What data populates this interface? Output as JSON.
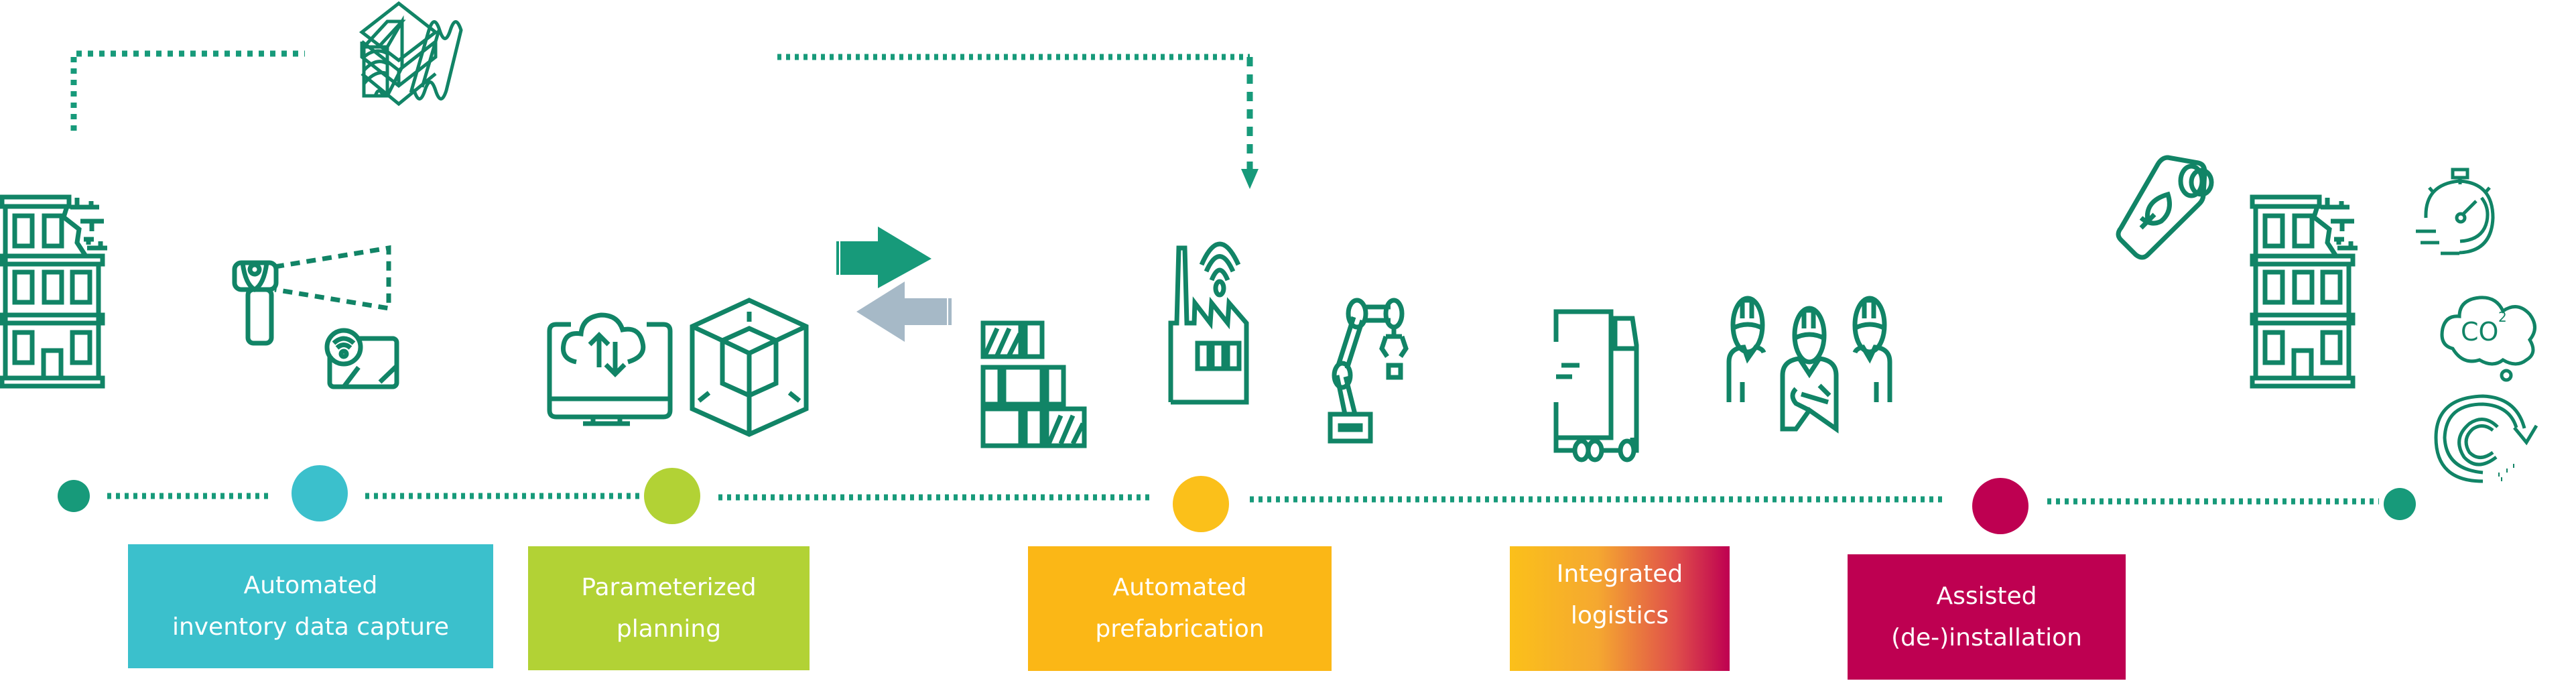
{
  "diagram": {
    "title": "Circular construction process",
    "colors": {
      "icon": "#118466",
      "dots": "#179a7a",
      "inventory": "#3bc0cc",
      "planning": "#b2d235",
      "prefabrication": "#fbb716",
      "logistics_start": "#fbc01a",
      "logistics_end": "#be0051",
      "installation": "#be0051",
      "return_arrow": "#a6b9c7"
    },
    "timeline": [
      {
        "id": "start",
        "color": "#179a7a"
      },
      {
        "id": "inventory",
        "color": "#3bc0cc"
      },
      {
        "id": "planning",
        "color": "#b2d235"
      },
      {
        "id": "prefabrication",
        "color": "#fbc01a"
      },
      {
        "id": "installation",
        "color": "#be0051"
      },
      {
        "id": "end",
        "color": "#179a7a"
      }
    ],
    "steps": [
      {
        "id": "inventory",
        "label": "Automated\ninventory data capture",
        "icons": [
          "scanner-icon",
          "tablet-wifi-icon"
        ]
      },
      {
        "id": "planning",
        "label": "Parameterized\nplanning",
        "icons": [
          "cloud-monitor-icon",
          "bim-cube-icon"
        ]
      },
      {
        "id": "prefabrication",
        "label": "Automated\nprefabrication",
        "icons": [
          "bricks-icon",
          "smart-factory-icon",
          "robot-arm-icon"
        ]
      },
      {
        "id": "logistics",
        "label": "Integrated\nlogistics",
        "icons": [
          "truck-icon"
        ]
      },
      {
        "id": "installation",
        "label": "Assisted\n(de-)installation",
        "icons": [
          "workers-icon"
        ]
      }
    ],
    "materials": [
      "layers-icon",
      "timber-icon",
      "corrugated-sheet-icon"
    ],
    "benefits": [
      "stopwatch-icon",
      "co2-cloud-icon",
      "recycle-carbon-icon"
    ],
    "co2_text": "CO",
    "co2_sub": "2"
  }
}
